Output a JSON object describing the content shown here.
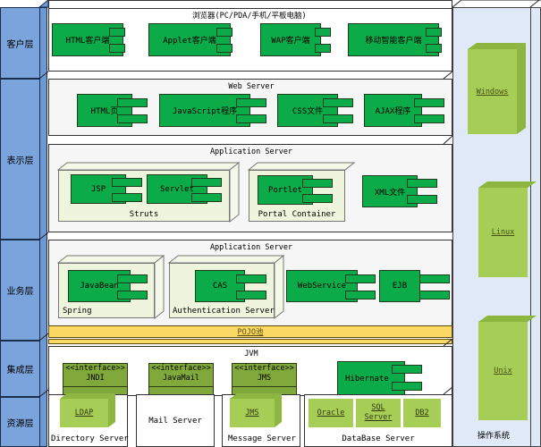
{
  "layers": [
    {
      "label": "客户层"
    },
    {
      "label": "表示层"
    },
    {
      "label": "业务层"
    },
    {
      "label": "集成层"
    },
    {
      "label": "资源层"
    }
  ],
  "client_tier": {
    "title": "浏览器(PC/PDA/手机/平板电脑)",
    "components": [
      "HTML客户端",
      "Applet客户端",
      "WAP客户端",
      "移动智能客户端"
    ]
  },
  "web_server": {
    "title": "Web Server",
    "components": [
      "HTML页",
      "JavaScript程序",
      "CSS文件",
      "AJAX程序"
    ]
  },
  "presentation_app_server": {
    "title": "Application Server",
    "struts": {
      "label": "Struts",
      "components": [
        "JSP",
        "Servlet"
      ]
    },
    "portal": {
      "label": "Portal Container",
      "components": [
        "Portlet"
      ]
    },
    "xml": "XML文件"
  },
  "business_app_server": {
    "title": "Application Server",
    "spring": {
      "label": "Spring",
      "components": [
        "JavaBean"
      ]
    },
    "auth": {
      "label": "Authentication Server",
      "components": [
        "CAS"
      ]
    },
    "webservice": "WebService",
    "ejb": "EJB",
    "pojo": "POJO池"
  },
  "integration": {
    "title": "JVM",
    "interfaces": [
      {
        "stereotype": "<<interface>>",
        "name": "JNDI"
      },
      {
        "stereotype": "<<interface>>",
        "name": "JavaMail"
      },
      {
        "stereotype": "<<interface>>",
        "name": "JMS"
      }
    ],
    "hibernate": "Hibernate"
  },
  "resources": {
    "directory": {
      "label": "Directory Server",
      "items": [
        "LDAP"
      ]
    },
    "mail": {
      "label": "Mail Server"
    },
    "message": {
      "label": "Message Server",
      "items": [
        "JMS"
      ]
    },
    "database": {
      "label": "DataBase Server",
      "items": [
        "Oracle",
        "SQL Server",
        "DB2"
      ]
    }
  },
  "os": {
    "label": "操作系统",
    "items": [
      "Windows",
      "Linux",
      "Unix"
    ]
  },
  "colors": {
    "layer_blue": "#7ba4dd",
    "component_green": "#0aab48",
    "node_green": "#eef5dc",
    "interface_olive": "#80a83a",
    "os_lime": "#a6cd55",
    "pojo_yellow": "#fbd964"
  }
}
